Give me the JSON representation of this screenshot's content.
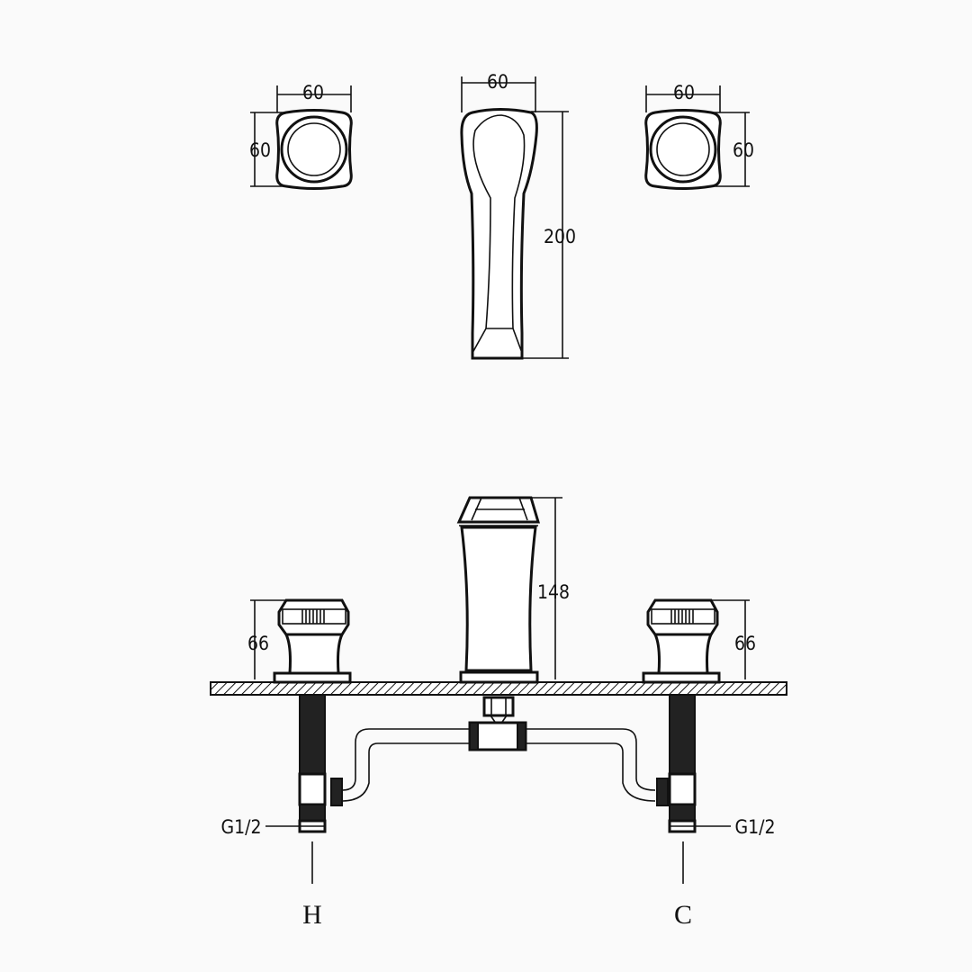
{
  "top_view": {
    "left_handle": {
      "width_label": "60",
      "height_label": "60"
    },
    "spout": {
      "width_label": "60",
      "length_label": "200"
    },
    "right_handle": {
      "width_label": "60",
      "height_label": "60"
    }
  },
  "front_view": {
    "left_handle_height_label": "66",
    "spout_height_label": "148",
    "right_handle_height_label": "66",
    "left_thread_label": "G1/2",
    "right_thread_label": "G1/2",
    "hot_label": "H",
    "cold_label": "C"
  }
}
